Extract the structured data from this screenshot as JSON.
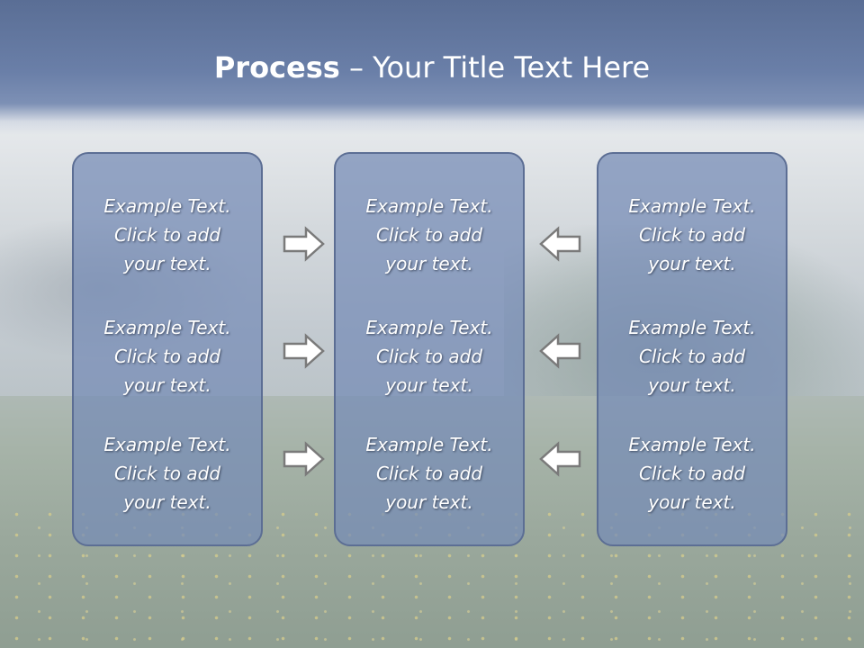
{
  "title": {
    "bold": "Process",
    "rest": " – Your Title Text Here"
  },
  "panels": [
    {
      "items": [
        {
          "l1": "Example Text.",
          "l2": "Click  to add",
          "l3": "your text."
        },
        {
          "l1": "Example Text.",
          "l2": "Click  to add",
          "l3": "your text."
        },
        {
          "l1": "Example Text.",
          "l2": "Click  to add",
          "l3": "your text."
        }
      ]
    },
    {
      "items": [
        {
          "l1": "Example Text.",
          "l2": "Click  to add",
          "l3": "your text."
        },
        {
          "l1": "Example Text.",
          "l2": "Click  to add",
          "l3": "your text."
        },
        {
          "l1": "Example Text.",
          "l2": "Click  to add",
          "l3": "your text."
        }
      ]
    },
    {
      "items": [
        {
          "l1": "Example Text.",
          "l2": "Click  to add",
          "l3": "your text."
        },
        {
          "l1": "Example Text.",
          "l2": "Click  to add",
          "l3": "your text."
        },
        {
          "l1": "Example Text.",
          "l2": "Click  to add",
          "l3": "your text."
        }
      ]
    }
  ],
  "arrows": {
    "left_column": "arrow-right-icon",
    "right_column": "arrow-left-icon"
  },
  "colors": {
    "header": "#6a7fa8",
    "panel_fill": "#748ab6",
    "panel_border": "#5c6e94",
    "arrow_fill": "#ffffff",
    "arrow_stroke": "#7a7a7a"
  }
}
